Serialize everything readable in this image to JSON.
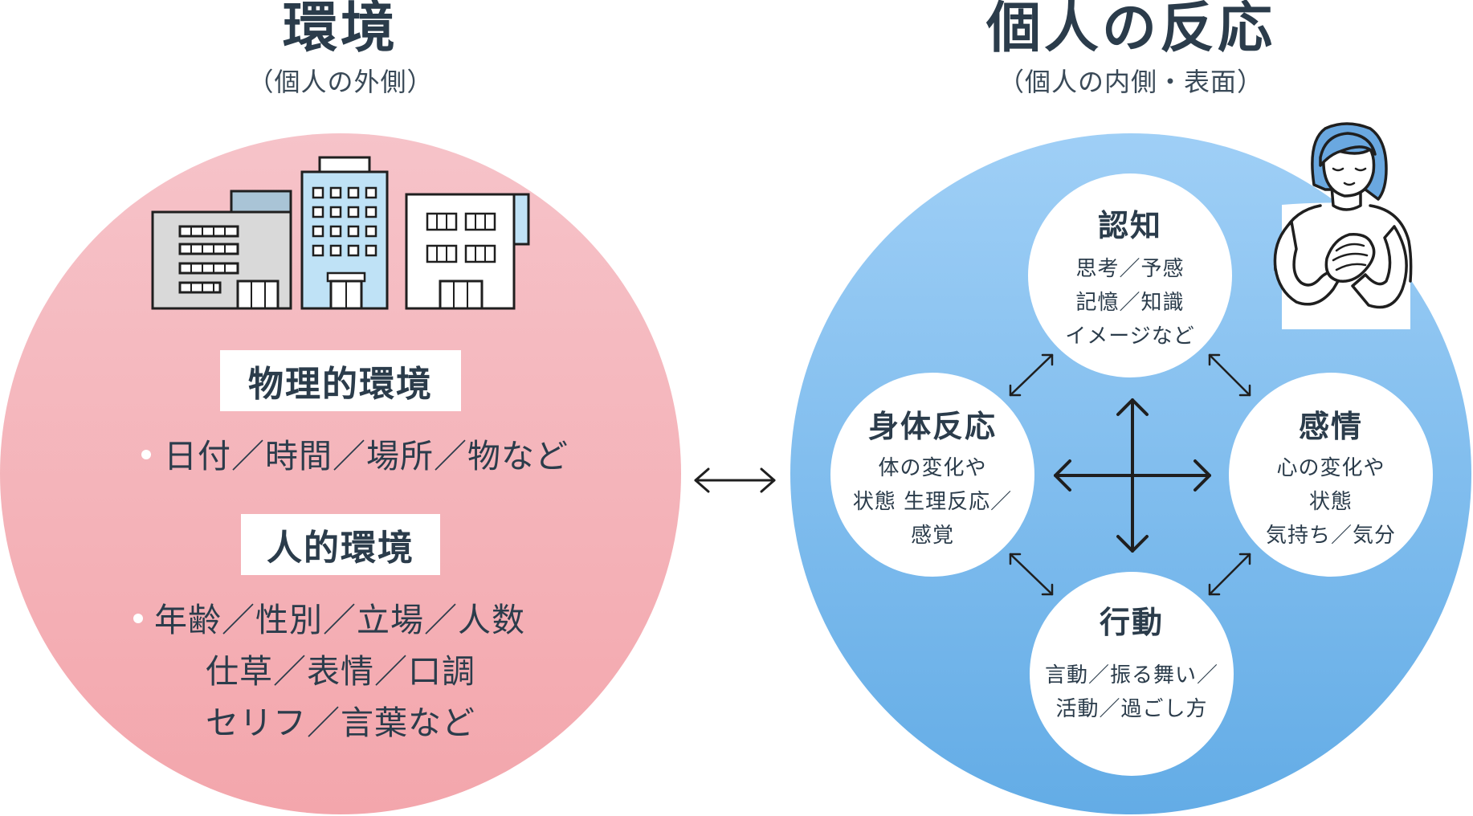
{
  "environment": {
    "title": "環境",
    "subtitle": "（個人の外側）",
    "physical": {
      "label": "物理的環境",
      "items": [
        "日付／時間／場所／物など"
      ]
    },
    "human": {
      "label": "人的環境",
      "items": [
        "年齢／性別／立場／人数",
        "仕草／表情／口調",
        "セリフ／言葉など"
      ]
    }
  },
  "response": {
    "title": "個人の反応",
    "subtitle": "（個人の内側・表面）",
    "cognition": {
      "title": "認知",
      "lines": [
        "思考／予感",
        "記憶／知識",
        "イメージなど"
      ]
    },
    "emotion": {
      "title": "感情",
      "lines": [
        "心の変化や",
        "状態",
        "気持ち／気分"
      ]
    },
    "body": {
      "title": "身体反応",
      "lines": [
        "体の変化や",
        "状態 生理反応／",
        "感覚"
      ]
    },
    "behavior": {
      "title": "行動",
      "lines": [
        "言動／振る舞い／",
        "活動／過ごし方"
      ]
    }
  },
  "colors": {
    "env_top": "#f6c3c9",
    "env_bottom": "#f3a6ac",
    "resp_top": "#9fcff6",
    "resp_bottom": "#63ace6",
    "text": "#2b3c4b"
  },
  "icons": [
    "buildings-icon",
    "person-icon",
    "double-arrow-icon"
  ]
}
